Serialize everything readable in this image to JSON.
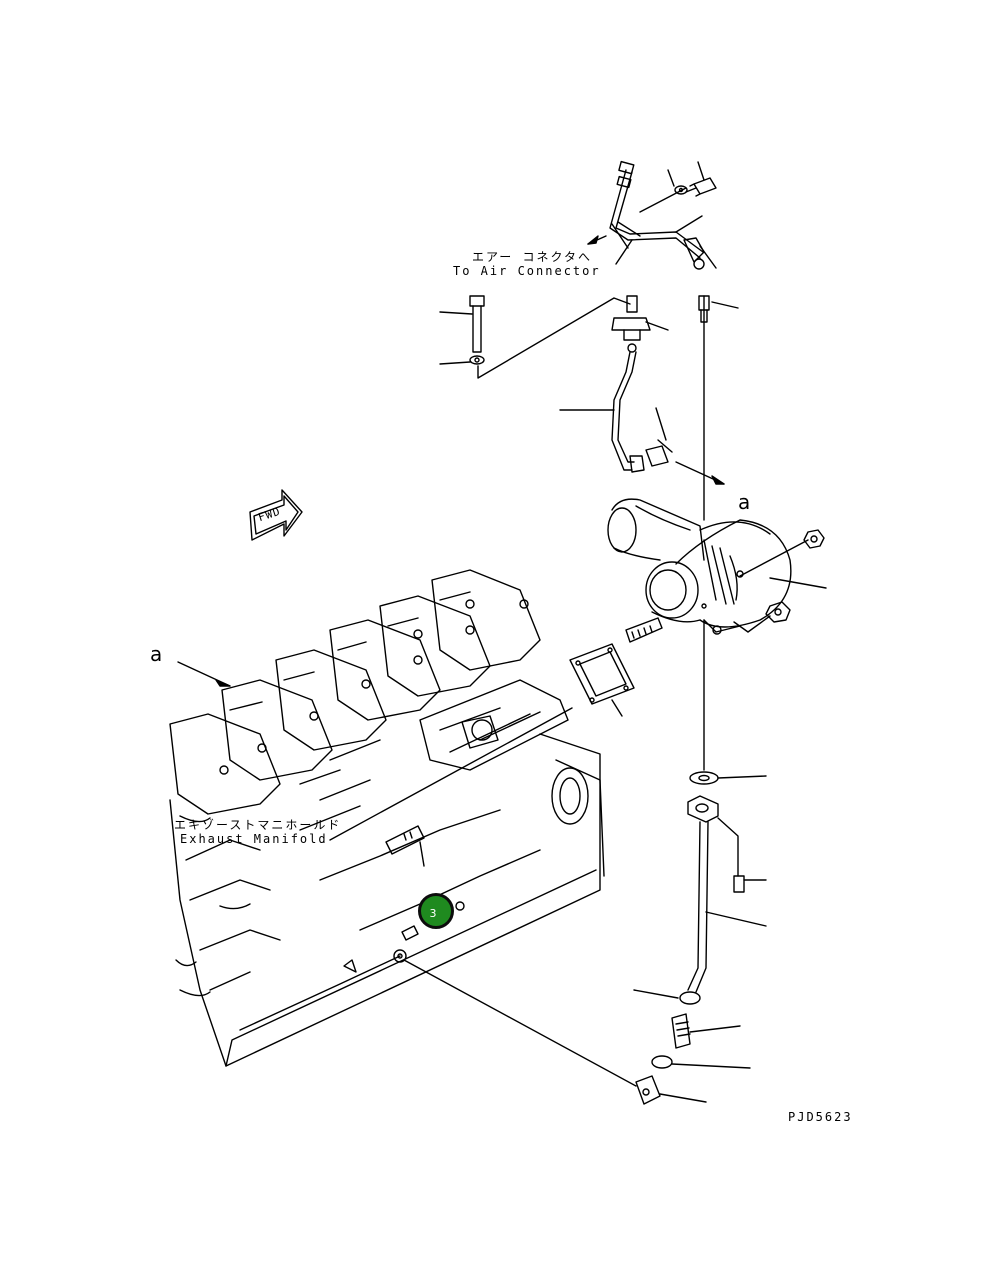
{
  "diagram": {
    "air_connector_label_jp": "エアー コネクタへ",
    "air_connector_label_en": "To Air Connector",
    "exhaust_label_jp": "エキゾーストマニホールド",
    "exhaust_label_en": "Exhaust Manifold",
    "fwd_label": "FWD",
    "ref_a_top": "a",
    "ref_a_left": "a",
    "drawing_code": "PJD5623",
    "callout_number": "3",
    "callout_color": "#1f8a1f"
  }
}
